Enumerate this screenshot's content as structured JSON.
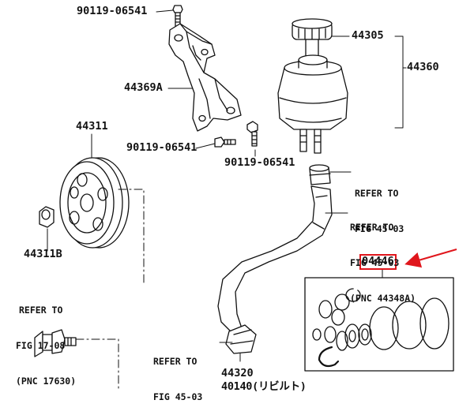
{
  "parts": {
    "bolt_top": "90119-06541",
    "bracket": "44369A",
    "pulley": "44311",
    "pulley_nut": "44311B",
    "bolt_mid_left": "90119-06541",
    "bolt_mid_right": "90119-06541",
    "reservoir_cap": "44305",
    "reservoir": "44360",
    "gasket_kit": "04446",
    "hose": "44320",
    "hose_alt": "40140(リビルト)"
  },
  "refs": {
    "ref_a": {
      "line1": "REFER TO",
      "line2": "FIG 45-03"
    },
    "ref_b": {
      "line1": "REFER TO",
      "line2": "FIG 45-03",
      "line3": "(PNC 44348A)"
    },
    "ref_c": {
      "line1": "REFER TO",
      "line2": "FIG 17-08",
      "line3": "(PNC 17630)"
    },
    "ref_d": {
      "line1": "REFER TO",
      "line2": "FIG 45-03"
    }
  },
  "colors": {
    "ink": "#111111",
    "highlight": "#e0161c"
  }
}
